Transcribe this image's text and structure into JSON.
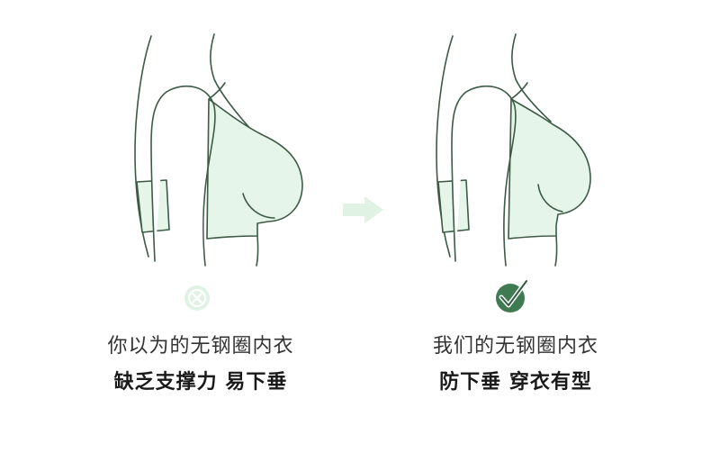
{
  "left": {
    "status_icon": "cross-circle-icon",
    "title": "你以为的无钢圈内衣",
    "subtitle": "缺乏支撑力 易下垂"
  },
  "right": {
    "status_icon": "check-badge-icon",
    "title": "我们的无钢圈内衣",
    "subtitle": "防下垂 穿衣有型"
  },
  "arrow_icon": "arrow-right-icon",
  "colors": {
    "outline": "#3c5a45",
    "fill": "#e6f5e9",
    "check_green": "#3f7a52",
    "cross_light": "#dff2e4"
  }
}
